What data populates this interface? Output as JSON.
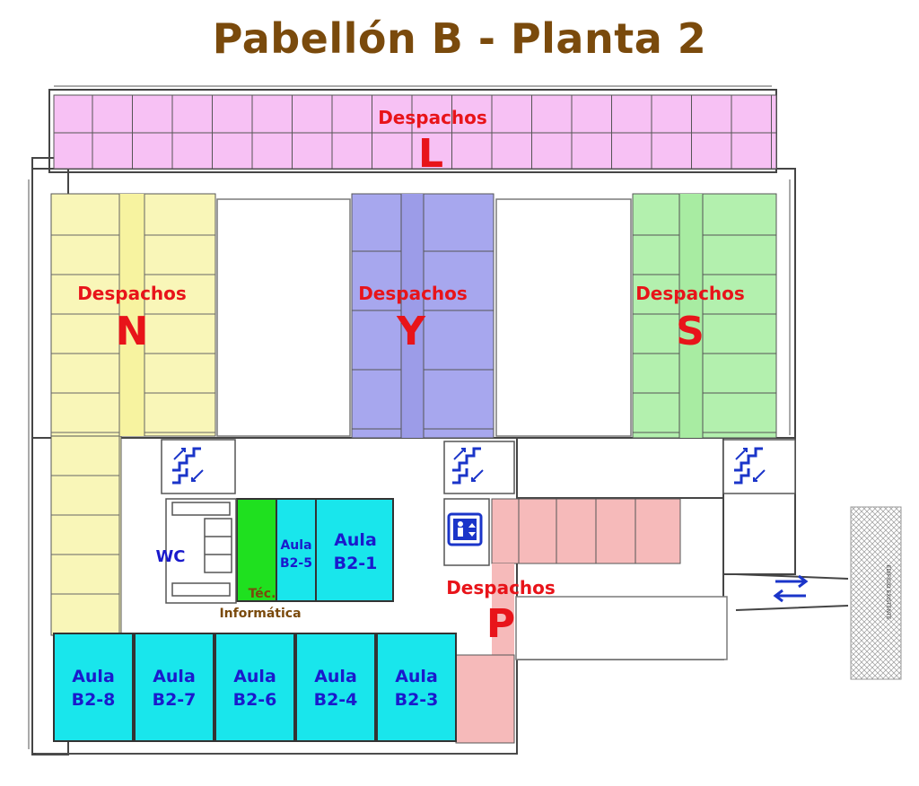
{
  "title": "Pabellón B - Planta 2",
  "colors": {
    "title": "#7a4a0c",
    "despachos_label": "#e8141a",
    "aula_label": "#1a1acc",
    "tec_label": "#7a4a0c",
    "block_L": "#f7c1f4",
    "block_N": "#f9f6b8",
    "block_Y": "#a7a7ee",
    "block_S": "#b3f0ae",
    "block_P": "#f6baba",
    "aula": "#19e6ec",
    "tec": "#1fe01f",
    "wall": "#454545",
    "arrow": "#1b35c9"
  },
  "zones": {
    "L": {
      "title": "Despachos",
      "letter": "L"
    },
    "N": {
      "title": "Despachos",
      "letter": "N"
    },
    "Y": {
      "title": "Despachos",
      "letter": "Y"
    },
    "S": {
      "title": "Despachos",
      "letter": "S"
    },
    "P": {
      "title": "Despachos",
      "letter": "P"
    }
  },
  "aulas": [
    {
      "line1": "Aula",
      "line2": "B2-8"
    },
    {
      "line1": "Aula",
      "line2": "B2-7"
    },
    {
      "line1": "Aula",
      "line2": "B2-6"
    },
    {
      "line1": "Aula",
      "line2": "B2-4"
    },
    {
      "line1": "Aula",
      "line2": "B2-3"
    },
    {
      "line1": "Aula",
      "line2": "B2-1"
    },
    {
      "line1": "Aula",
      "line2": "B2-5"
    }
  ],
  "wc": "WC",
  "tec": {
    "line1": "Téc.",
    "line2": "Informática"
  },
  "edificio": "EDIFICIO EXISTENTE",
  "icons": [
    "stairs-icon",
    "stairs-icon",
    "stairs-icon",
    "elevator-icon",
    "bidirectional-arrow-icon"
  ]
}
